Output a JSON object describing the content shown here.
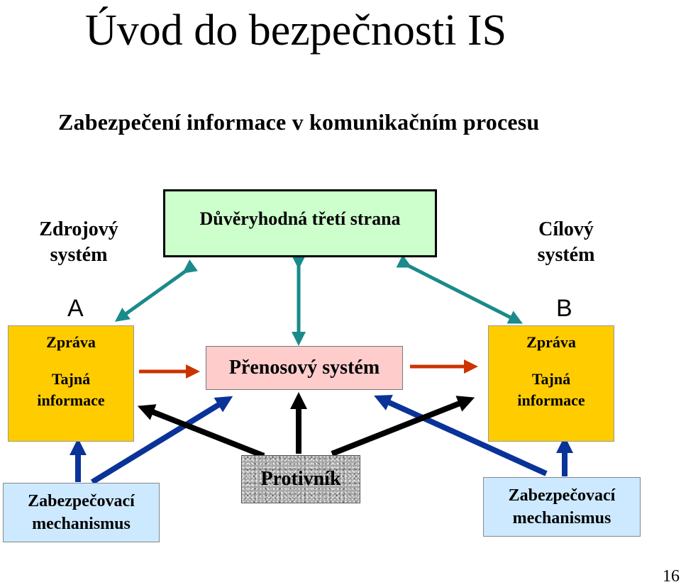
{
  "slide": {
    "title": "Úvod do bezpečnosti IS",
    "subtitle": "Zabezpečení informace v komunikačním procesu",
    "page_number": "16"
  },
  "diagram": {
    "source_label_line1": "Zdrojový",
    "source_label_line2": "systém",
    "target_label_line1": "Cílový",
    "target_label_line2": "systém",
    "letter_a": "A",
    "letter_b": "B",
    "trusted_third_party": "Důvěryhodná třetí strana",
    "transfer_system": "Přenosový systém",
    "adversary": "Protivník",
    "message_a": {
      "line1": "Zpráva",
      "line2": "Tajná",
      "line3": "informace"
    },
    "message_b": {
      "line1": "Zpráva",
      "line2": "Tajná",
      "line3": "informace"
    },
    "security_mechanism_left": {
      "line1": "Zabezpečovací",
      "line2": "mechanismus"
    },
    "security_mechanism_right": {
      "line1": "Zabezpečovací",
      "line2": "mechanismus"
    },
    "colors": {
      "trusted_fill": "#ccffcc",
      "message_fill": "#ffcc00",
      "transfer_fill": "#ffcccc",
      "mechanism_fill": "#cce9ff",
      "teal_arrow": "#1a8a8a",
      "red_arrow": "#cc3300",
      "blue_arrow": "#0a3399",
      "black_arrow": "#000000"
    }
  }
}
